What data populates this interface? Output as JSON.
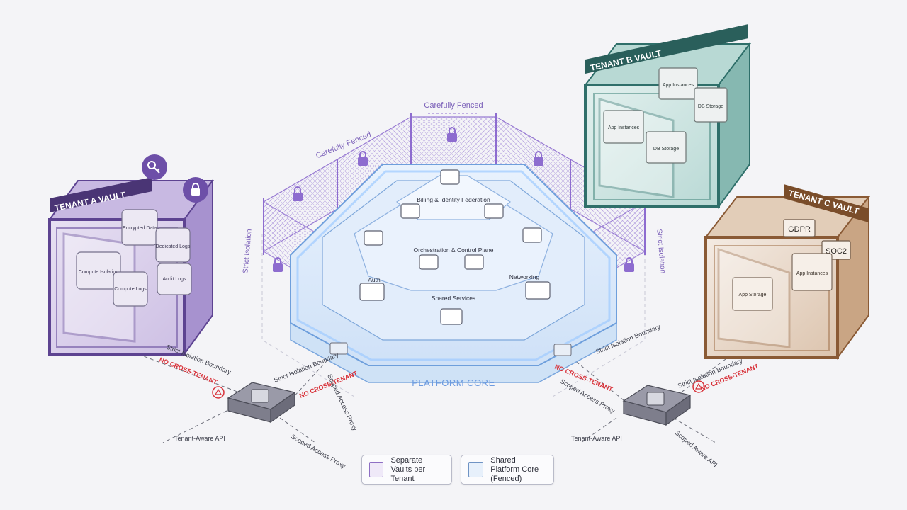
{
  "fence": {
    "label_top": "Carefully Fenced",
    "label_left": "Carefully Fenced",
    "side_left": "Strict Isolation",
    "side_right": "Strict Isolation"
  },
  "platform": {
    "core_label": "PLATFORM CORE",
    "billing": "Billing & Identity Federation",
    "orchestration": "Orchestration & Control Plane",
    "auth": "Auth",
    "networking": "Networking",
    "shared_services": "Shared Services"
  },
  "tenant_a": {
    "title": "TENANT A VAULT",
    "items": [
      "Encrypted Data",
      "Compute Isolation",
      "Dedicated Logs",
      "Audit Logs",
      "Compute Logs"
    ]
  },
  "tenant_b": {
    "title": "TENANT B VAULT",
    "items": [
      "App Instances",
      "DB Storage",
      "App Instances",
      "DB Storage"
    ]
  },
  "tenant_c": {
    "title": "TENANT C VAULT",
    "badges": [
      "GDPR",
      "SOC2"
    ],
    "items": [
      "App Instances",
      "App Storage"
    ]
  },
  "left_gateway": {
    "boundary": "Strict Isolation Boundary",
    "no_cross": "NO CROSS-TENANT",
    "no_cross_2": "NO CROSS-TENANT",
    "api": "Tenant-Aware API",
    "proxy": "Scoped Access Proxy",
    "inner_boundary": "Strict Isolation Boundary",
    "inner_proxy": "Scoped Access Proxy"
  },
  "right_gateway": {
    "boundary": "Strict Isolation Boundary",
    "no_cross": "NO CROSS-TENANT",
    "no_cross_2": "NO CROSS-TENANT",
    "api": "Tenant-Aware API",
    "proxy": "Scoped Aware API",
    "inner_boundary": "Strict Isolation Boundary",
    "inner_proxy": "Scoped Access Proxy"
  },
  "legend": {
    "vaults": "Separate Vaults per Tenant",
    "core": "Shared Platform Core (Fenced)"
  },
  "colors": {
    "tenant_a": "#5d4391",
    "tenant_b": "#2f6f6a",
    "tenant_c": "#8a5a35",
    "fence": "#8d6ccf",
    "core": "#6e9fdc",
    "danger": "#d8323a"
  }
}
